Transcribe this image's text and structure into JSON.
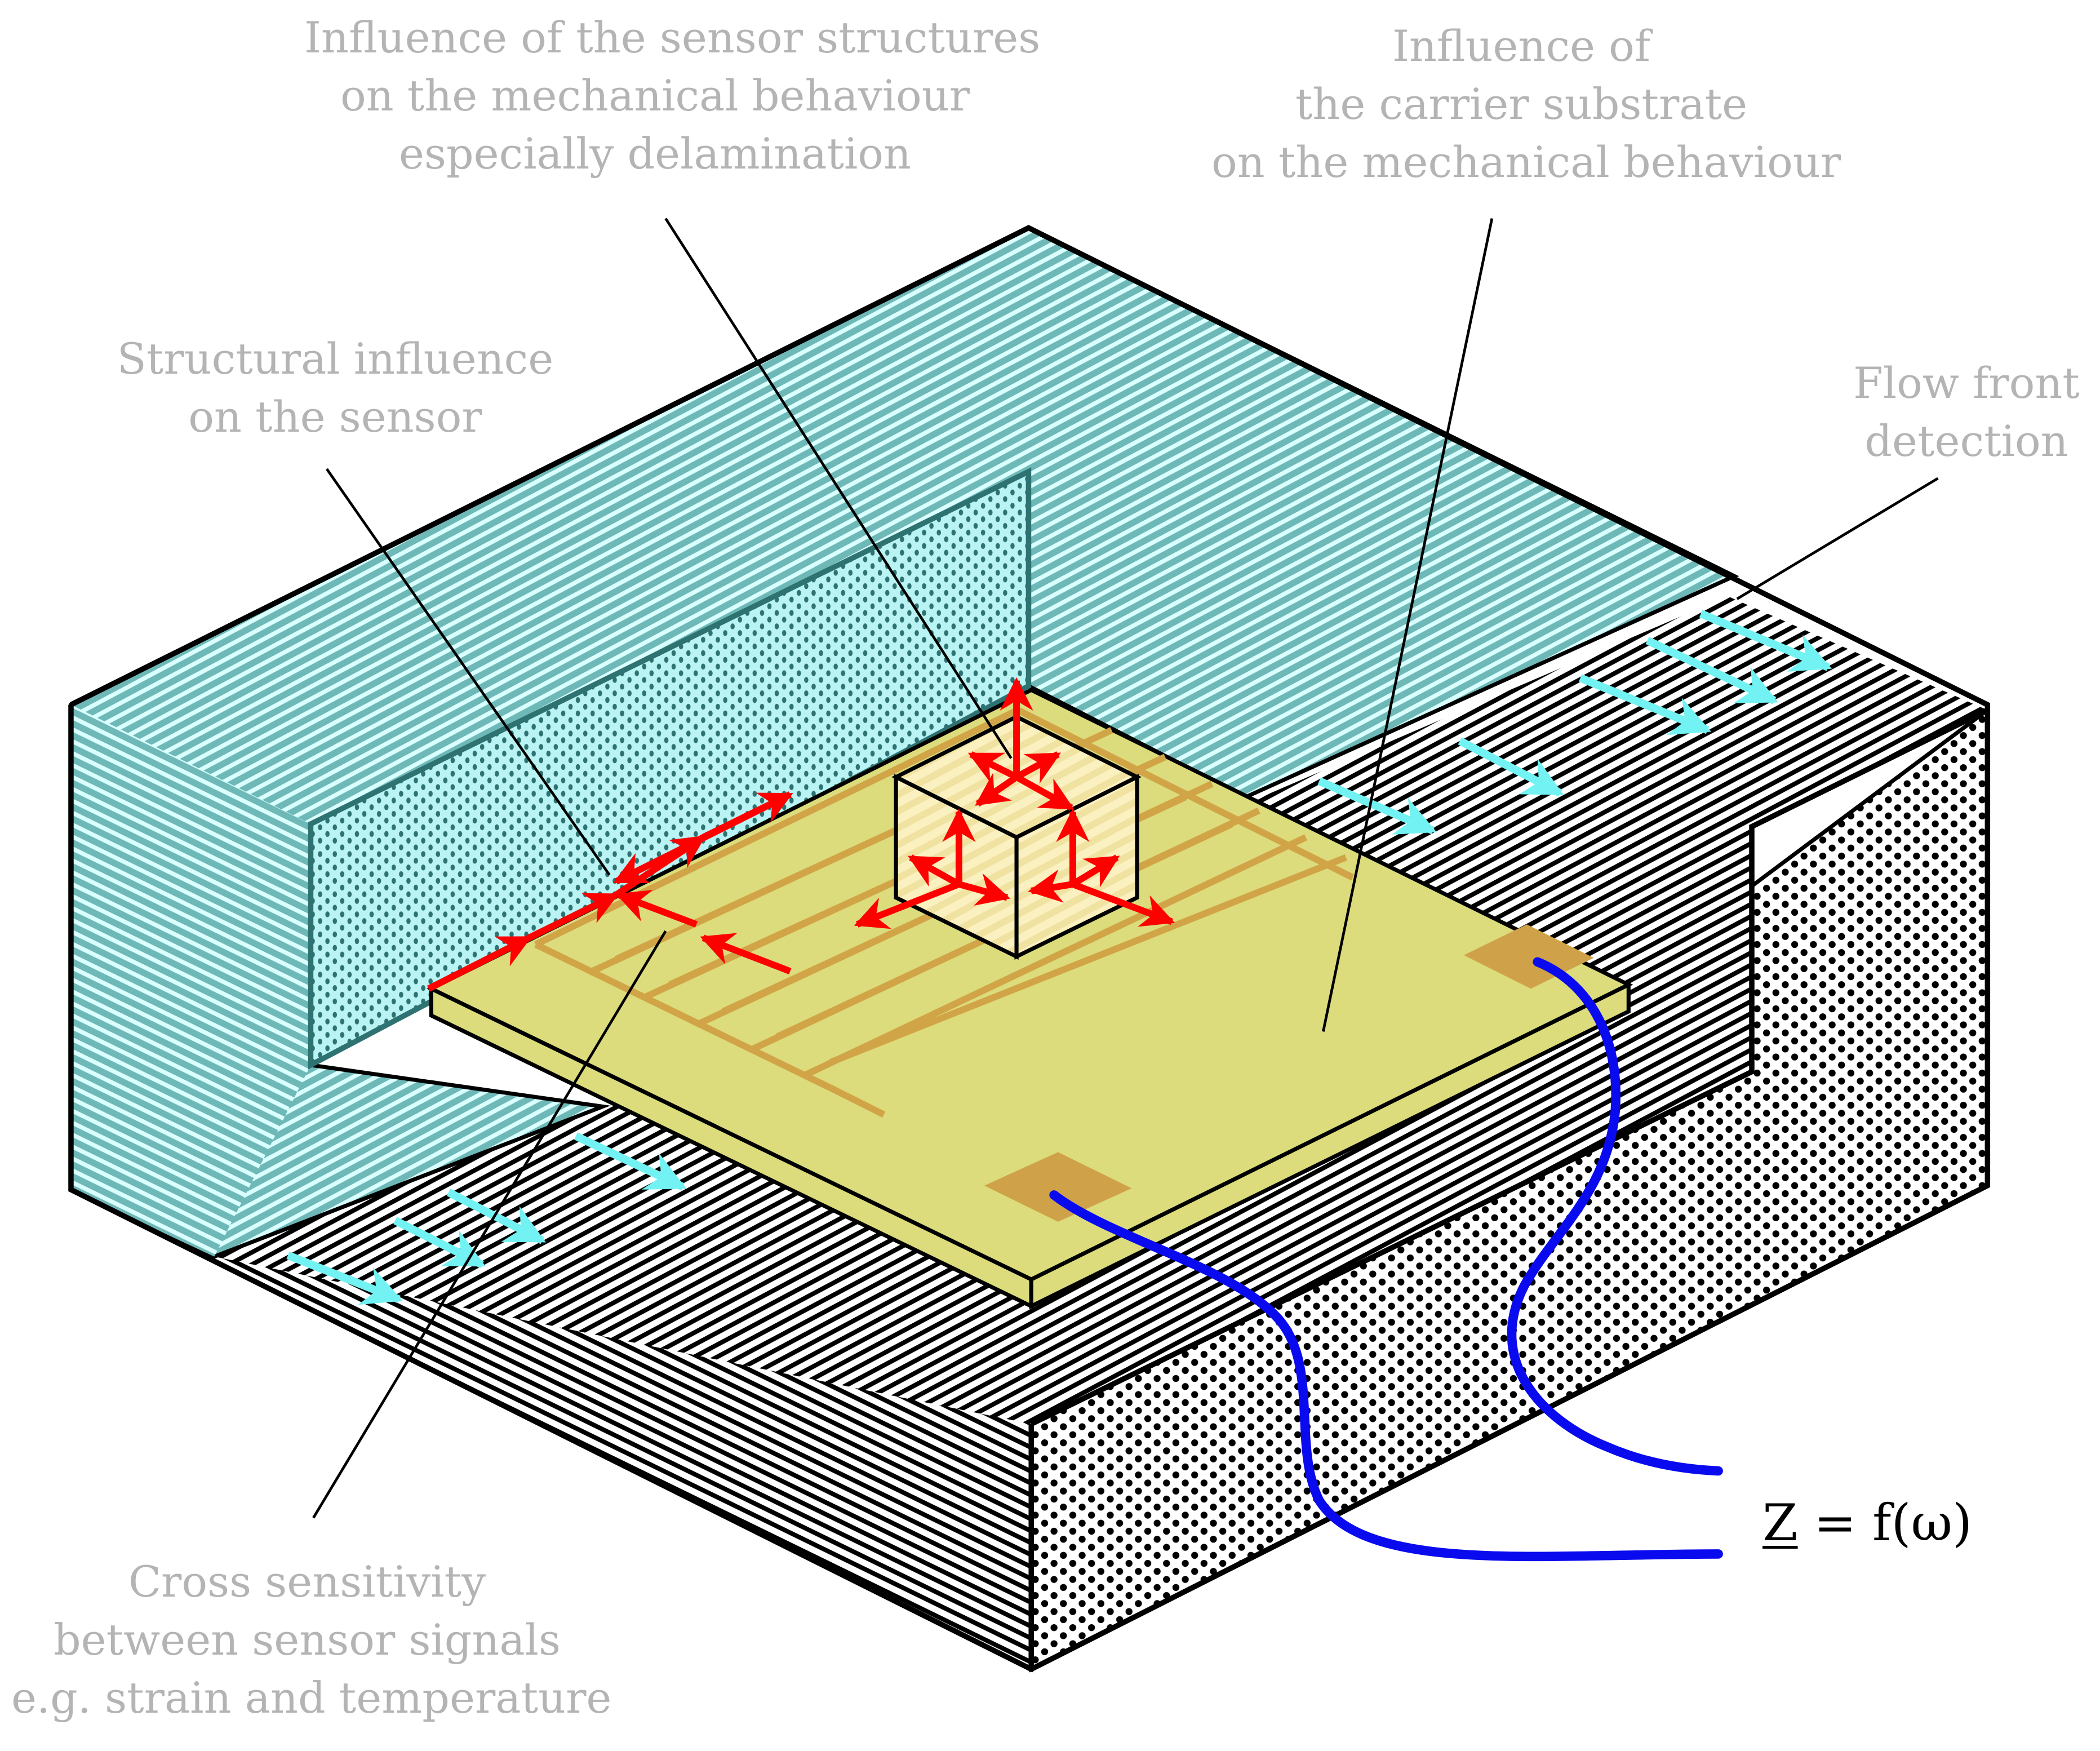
{
  "colors": {
    "label_text": "#b4b4b4",
    "resin_fill": "#6fb8b8",
    "resin_stripe": "#d9ffff",
    "cut_face_fill": "#b9f3f3",
    "cut_face_dots": "#2e7272",
    "substrate_face": "#dcdc7c",
    "electrode": "#d1a547",
    "pad": "#cfa24a",
    "stress_arrow": "#ff0000",
    "flow_arrow": "#72f2f2",
    "cable": "#0a0aee",
    "outline": "#000000"
  },
  "labels": {
    "sensor_structures": {
      "lines": [
        "Influence of the sensor structures",
        "on the mechanical behaviour",
        "especially delamination"
      ]
    },
    "carrier_substrate": {
      "lines": [
        "Influence of",
        "the carrier substrate",
        "on the mechanical behaviour"
      ]
    },
    "structural_influence": {
      "lines": [
        "Structural influence",
        "on the sensor"
      ]
    },
    "flow_front": {
      "lines": [
        "Flow front",
        "detection"
      ]
    },
    "cross_sensitivity": {
      "lines": [
        "Cross sensitivity",
        "between sensor signals",
        "e.g. strain and temperature"
      ]
    }
  },
  "formula": {
    "symbol": "Z",
    "rest": " = f(ω)"
  }
}
